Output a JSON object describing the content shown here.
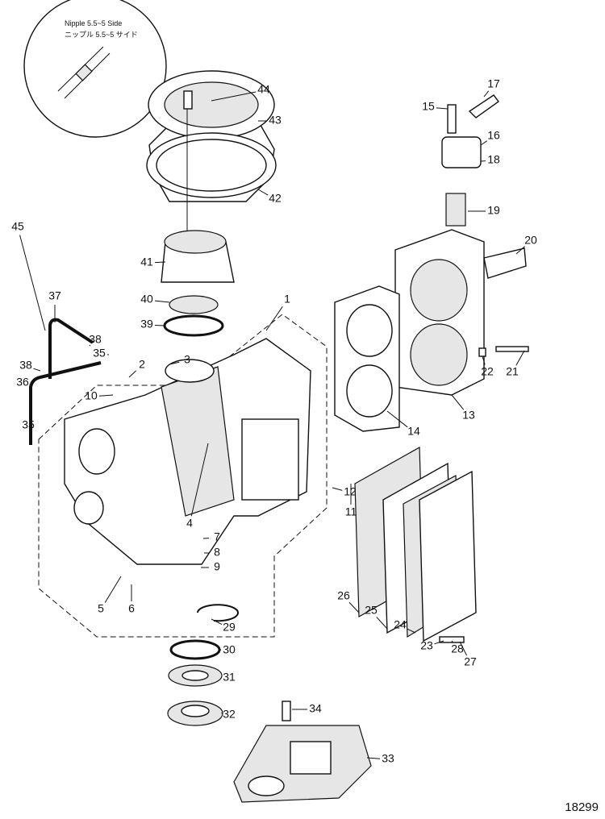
{
  "diagram": {
    "figure_number": "18299",
    "inset": {
      "caption_en": "Nipple 5.5~5 Side",
      "caption_jp": "ニップル 5.5~5 サイド"
    },
    "callouts": [
      "1",
      "2",
      "3",
      "4",
      "5",
      "6",
      "7",
      "8",
      "9",
      "10",
      "11",
      "12",
      "13",
      "14",
      "15",
      "16",
      "17",
      "18",
      "19",
      "20",
      "21",
      "22",
      "23",
      "24",
      "25",
      "26",
      "27",
      "28",
      "29",
      "30",
      "31",
      "32",
      "33",
      "34",
      "35",
      "35",
      "36",
      "37",
      "38",
      "38",
      "39",
      "40",
      "41",
      "42",
      "43",
      "44",
      "45"
    ]
  }
}
